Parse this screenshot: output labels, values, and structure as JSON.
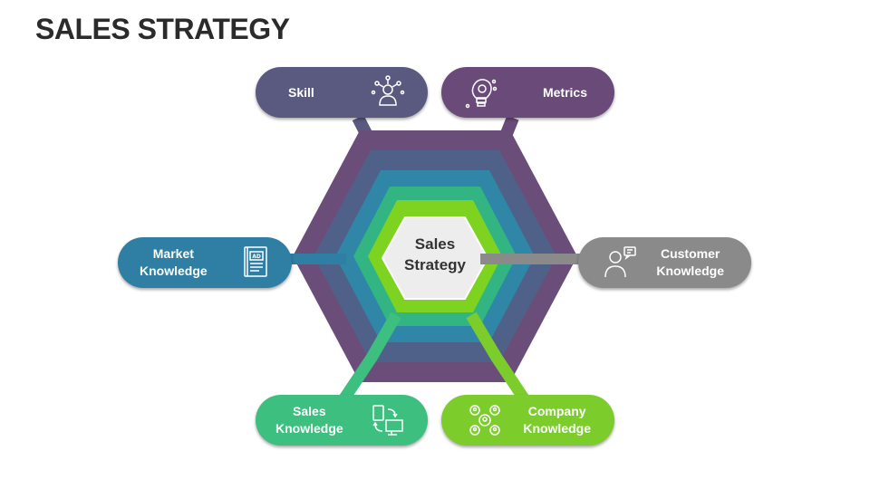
{
  "title": "SALES STRATEGY",
  "center": {
    "line1": "Sales",
    "line2": "Strategy"
  },
  "nodes": {
    "skill": {
      "line1": "Skill",
      "color": "#5a5a80",
      "icon": "skill-person-icon"
    },
    "metrics": {
      "line1": "Metrics",
      "color": "#6a4a78",
      "icon": "lightbulb-gear-icon"
    },
    "market": {
      "line1": "Market",
      "line2": "Knowledge",
      "color": "#2e7fa3",
      "icon": "ad-book-icon"
    },
    "customer": {
      "line1": "Customer",
      "line2": "Knowledge",
      "color": "#8a8a8a",
      "icon": "customer-chat-icon"
    },
    "sales": {
      "line1": "Sales",
      "line2": "Knowledge",
      "color": "#3cbf7f",
      "icon": "devices-sync-icon"
    },
    "company": {
      "line1": "Company",
      "line2": "Knowledge",
      "color": "#7ccc2c",
      "icon": "team-network-icon"
    }
  },
  "hex_colors": [
    "#6b4d7a",
    "#4f6188",
    "#2f86a6",
    "#32b582",
    "#7ed321"
  ]
}
